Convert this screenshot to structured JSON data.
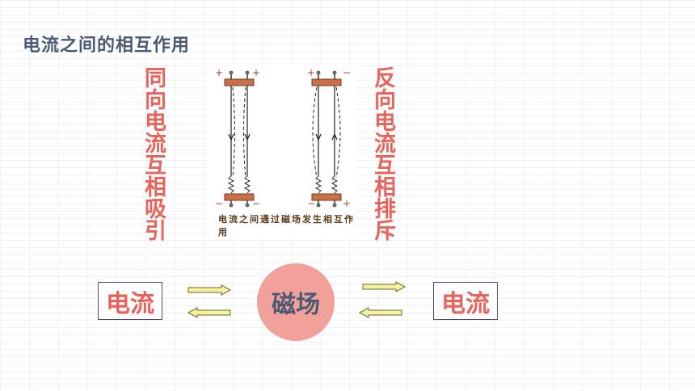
{
  "title": "电流之间的相互作用",
  "left_label": "同向电流互相吸引",
  "right_label": "反向电流互相排斥",
  "figure": {
    "caption": "电流之间通过磁场发生相互作用",
    "top_left_signs": [
      "+",
      "+"
    ],
    "bottom_left_signs": [
      "−",
      "−"
    ],
    "top_right_signs": [
      "+",
      "−"
    ],
    "bottom_right_signs": [
      "−",
      "+"
    ]
  },
  "diagram": {
    "left_box": "电流",
    "center": "磁场",
    "right_box": "电流"
  },
  "colors": {
    "title": "#4a5a72",
    "accent_red": "#e8635b",
    "circle_fill": "#f1a09a",
    "arrow_fill": "#f4f1a0",
    "electrode": "#c8704a"
  }
}
